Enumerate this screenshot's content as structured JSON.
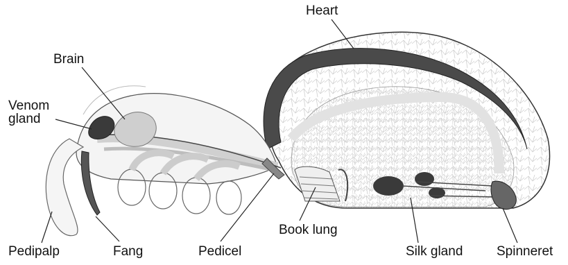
{
  "labels": {
    "heart": "Heart",
    "brain": "Brain",
    "venom_gland_line1": "Venom",
    "venom_gland_line2": "gland",
    "pedipalp": "Pedipalp",
    "fang": "Fang",
    "pedicel": "Pedicel",
    "book_lung": "Book lung",
    "silk_gland": "Silk gland",
    "spinneret": "Spinneret"
  },
  "colors": {
    "outline": "#333333",
    "heart_fill": "#4a4a4a",
    "organ_fill": "#d9d9d9",
    "mesh": "#c8c8c8",
    "gland_fill": "#3a3a3a"
  }
}
